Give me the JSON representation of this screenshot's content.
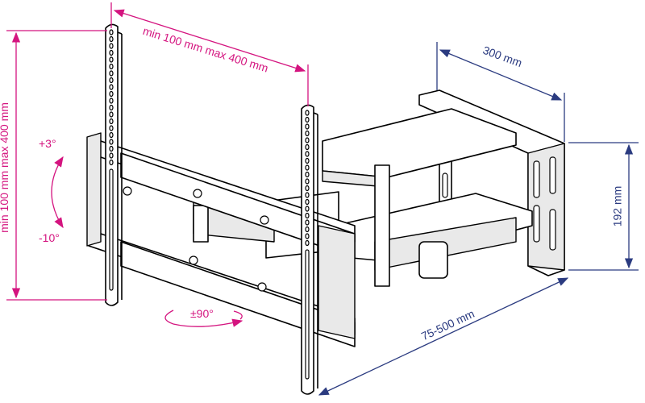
{
  "dimensions": {
    "vesa_horizontal": "min 100 mm max 400 mm",
    "vesa_vertical": "min 100 mm max 400 mm",
    "tilt_up": "+3°",
    "tilt_down": "-10°",
    "swivel": "±90°",
    "wall_plate_width": "300 mm",
    "wall_plate_height": "192 mm",
    "extension": "75-500 mm"
  },
  "colors": {
    "tv_dimensions": "#d4147f",
    "wall_dimensions": "#2b3b80"
  }
}
